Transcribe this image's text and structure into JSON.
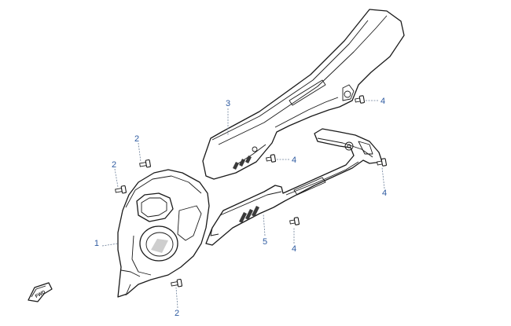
{
  "callouts": {
    "part1": "1",
    "part2a": "2",
    "part2b": "2",
    "part2c": "2",
    "part3": "3",
    "part4a": "4",
    "part4b": "4",
    "part4c": "4",
    "part4d": "4",
    "part5": "5"
  },
  "direction_marker": {
    "icon": "forward-arrow-icon",
    "label": "FWD"
  },
  "colors": {
    "callout_text": "#2d5aa0",
    "leader_line": "#6b7f99",
    "outline": "#1a1a1a"
  }
}
